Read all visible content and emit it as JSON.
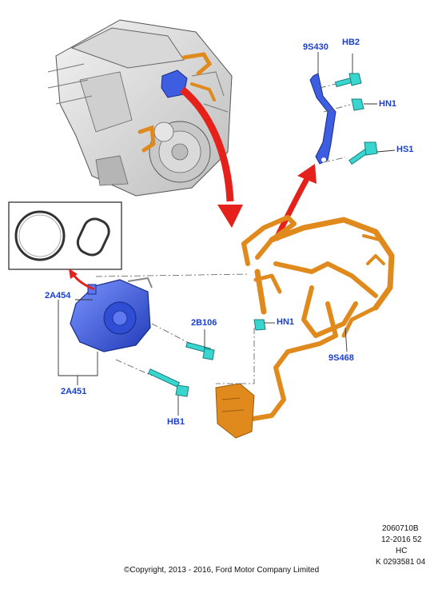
{
  "callouts": {
    "c_9s430": "9S430",
    "c_hb2": "HB2",
    "c_hn1_top": "HN1",
    "c_hs1": "HS1",
    "c_2a454": "2A454",
    "c_2b106": "2B106",
    "c_hn1_mid": "HN1",
    "c_9s468": "9S468",
    "c_2a451": "2A451",
    "c_hb1": "HB1"
  },
  "info": {
    "ref": "2060710B",
    "date": "12-2016 52",
    "code": "HC",
    "doc": "K 0293581 04",
    "copyright": "©Copyright, 2013 - 2016, Ford Motor Company Limited"
  },
  "colors": {
    "label": "#1a3fcf",
    "part_blue": "#3d5ee0",
    "hose_orange": "#e08a1e",
    "arrow_red": "#e4211b",
    "fastener_teal": "#39d6d0"
  }
}
